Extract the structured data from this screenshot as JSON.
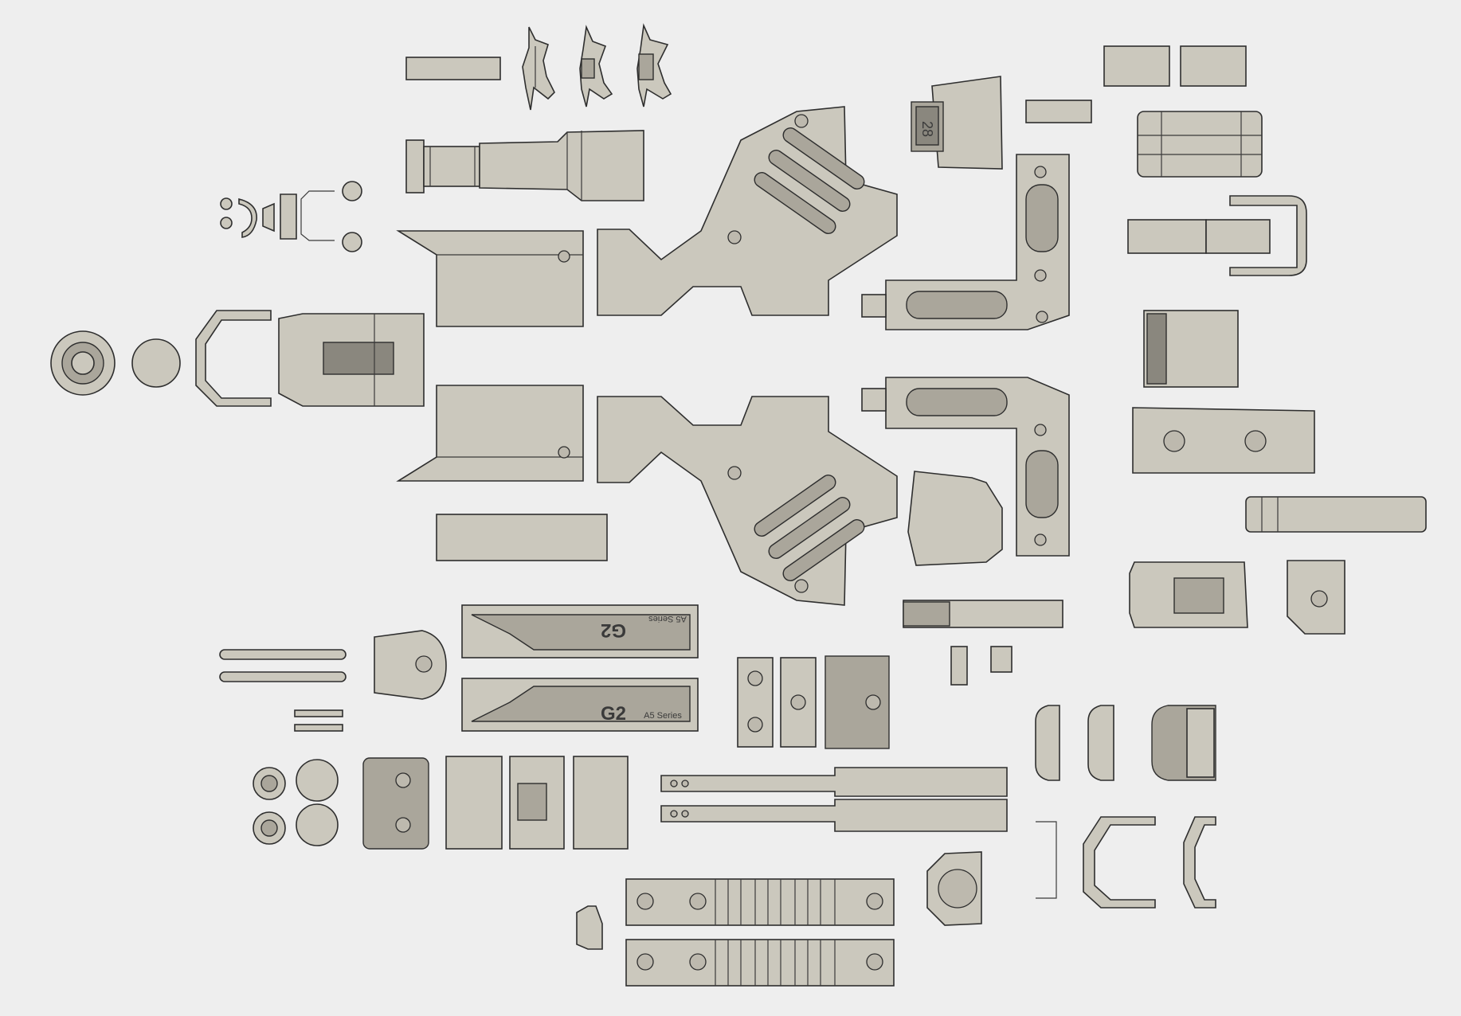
{
  "viewport": {
    "background": "#eeeeee",
    "part_fill": "#cbc8bd",
    "part_stroke": "#2e2e2e"
  },
  "engravings": {
    "code_top": "28",
    "logo_top": "G2",
    "series_top": "A5 Series",
    "logo_bottom": "G2",
    "series_bottom": "A5 Series"
  }
}
